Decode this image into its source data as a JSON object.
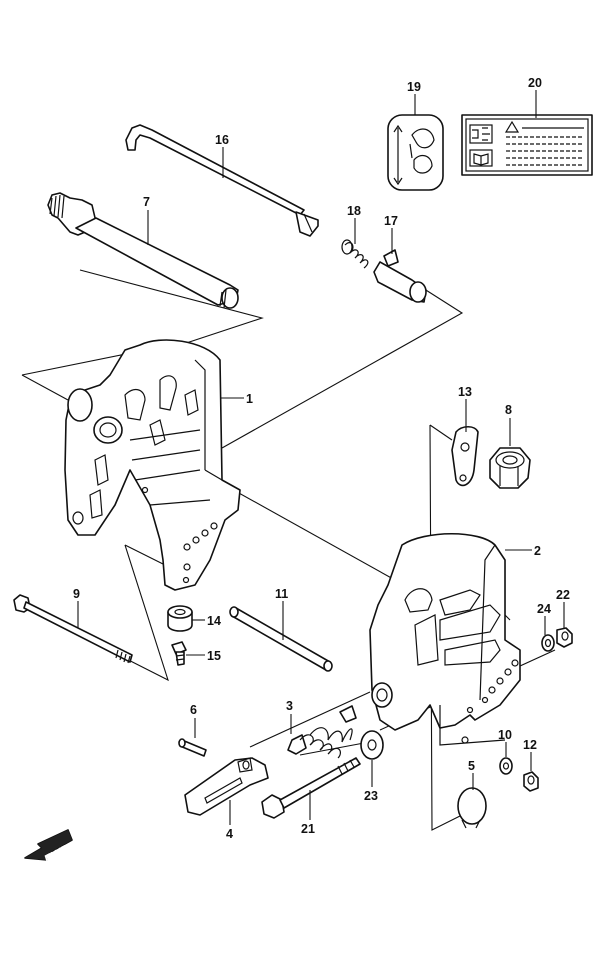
{
  "callouts": [
    {
      "id": "1",
      "part": "clamp-bracket-1"
    },
    {
      "id": "2",
      "part": "clamp-bracket-2"
    },
    {
      "id": "3",
      "part": "spring-3"
    },
    {
      "id": "4",
      "part": "lever-4"
    },
    {
      "id": "5",
      "part": "plate-5"
    },
    {
      "id": "6",
      "part": "pin-6"
    },
    {
      "id": "7",
      "part": "tube-7"
    },
    {
      "id": "8",
      "part": "nut-8"
    },
    {
      "id": "9",
      "part": "bolt-9"
    },
    {
      "id": "10",
      "part": "washer-10"
    },
    {
      "id": "11",
      "part": "rod-11"
    },
    {
      "id": "12",
      "part": "nut-12"
    },
    {
      "id": "13",
      "part": "plate-13"
    },
    {
      "id": "14",
      "part": "bushing-14"
    },
    {
      "id": "15",
      "part": "screw-15"
    },
    {
      "id": "16",
      "part": "rod-16"
    },
    {
      "id": "17",
      "part": "holder-17"
    },
    {
      "id": "18",
      "part": "spring-18"
    },
    {
      "id": "19",
      "part": "label-19"
    },
    {
      "id": "20",
      "part": "label-20"
    },
    {
      "id": "21",
      "part": "bolt-21"
    },
    {
      "id": "22",
      "part": "nut-22"
    },
    {
      "id": "23",
      "part": "washer-23"
    },
    {
      "id": "24",
      "part": "washer-24"
    }
  ],
  "fwd_label": "FWD"
}
